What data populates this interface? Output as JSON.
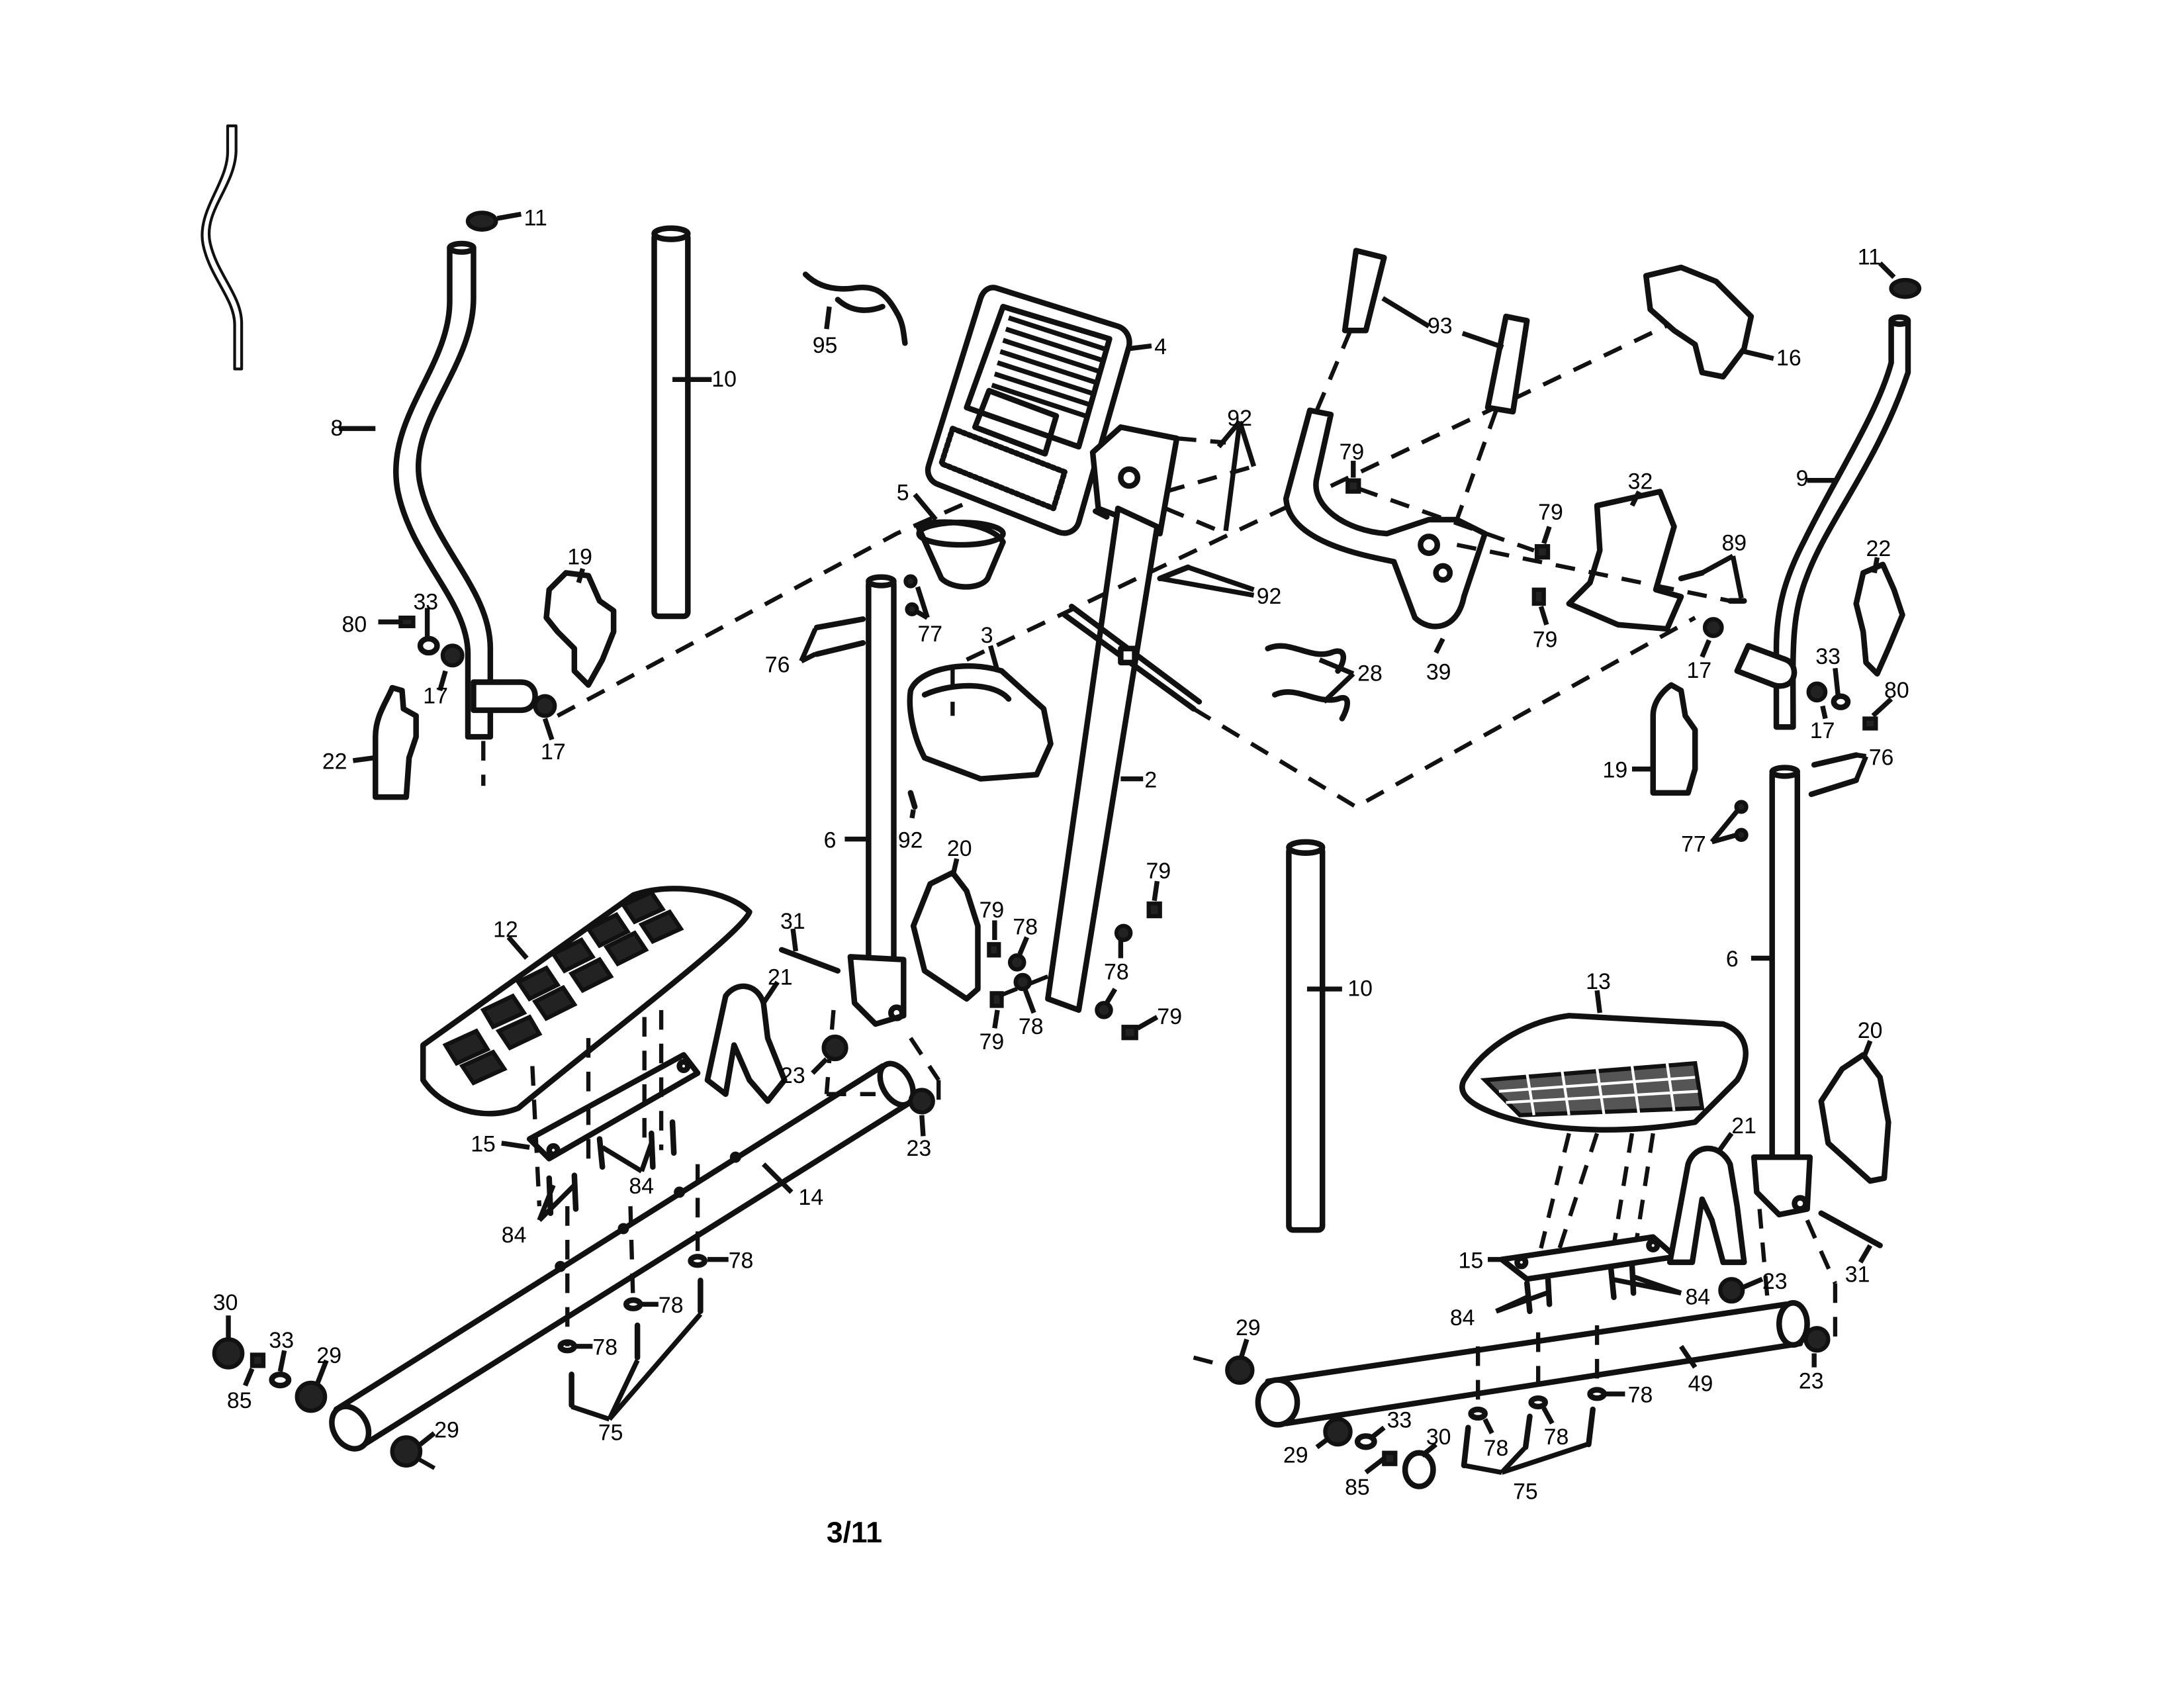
{
  "diagram": {
    "page_number": "3/11",
    "callouts": {
      "c11a": "11",
      "c11b": "11",
      "c10a": "10",
      "c10b": "10",
      "c8": "8",
      "c9": "9",
      "c95": "95",
      "c4": "4",
      "c93": "93",
      "c16": "16",
      "c92a": "92",
      "c92b": "92",
      "c92c": "92",
      "c79a": "79",
      "c79b": "79",
      "c79c": "79",
      "c79d": "79",
      "c79e": "79",
      "c79f": "79",
      "c5": "5",
      "c32": "32",
      "c89": "89",
      "c19a": "19",
      "c19b": "19",
      "c22a": "22",
      "c22b": "22",
      "c80a": "80",
      "c80b": "80",
      "c33a": "33",
      "c33b": "33",
      "c33c": "33",
      "c33d": "33",
      "c17a": "17",
      "c17b": "17",
      "c17c": "17",
      "c17d": "17",
      "c77a": "77",
      "c77b": "77",
      "c76a": "76",
      "c76b": "76",
      "c3": "3",
      "c39": "39",
      "c28": "28",
      "c2": "2",
      "c6a": "6",
      "c6b": "6",
      "c20a": "20",
      "c20b": "20",
      "c78a": "78",
      "c78b": "78",
      "c78c": "78",
      "c78d": "78",
      "c78e": "78",
      "c78f": "78",
      "c78g": "78",
      "c78h": "78",
      "c78i": "78",
      "c78j": "78",
      "c12": "12",
      "c13": "13",
      "c31a": "31",
      "c31b": "31",
      "c21a": "21",
      "c21b": "21",
      "c23a": "23",
      "c23b": "23",
      "c23c": "23",
      "c23d": "23",
      "c15a": "15",
      "c15b": "15",
      "c84a": "84",
      "c84b": "84",
      "c84c": "84",
      "c84d": "84",
      "c14": "14",
      "c49": "49",
      "c30a": "30",
      "c30b": "30",
      "c29a": "29",
      "c29b": "29",
      "c29c": "29",
      "c29d": "29",
      "c85a": "85",
      "c85b": "85",
      "c75a": "75",
      "c75b": "75"
    }
  }
}
